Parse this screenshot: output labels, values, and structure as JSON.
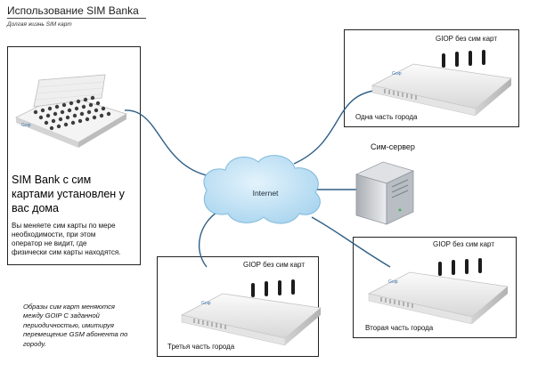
{
  "header": {
    "title": "Использование SIM Banka",
    "subtitle": "Долгая жизнь SIM карт"
  },
  "simbank": {
    "title_lines": [
      "SIM Bank с сим",
      "картами установлен у",
      "вас дома"
    ],
    "description_lines": [
      "Вы меняете сим карты по мере",
      "необходимости, при этом",
      "оператор не видит, где",
      "физически сим карты находятся."
    ]
  },
  "gateways": {
    "top": {
      "name": "GIOP без сим карт",
      "location": "Одна часть города"
    },
    "bottom_left": {
      "name": "GIOP без сим карт",
      "location": "Третья часть города"
    },
    "bottom_right": {
      "name": "GIOP без сим карт",
      "location": "Вторая часть города"
    }
  },
  "server": {
    "label": "Сим-сервер"
  },
  "cloud": {
    "label": "Internet"
  },
  "device_brand": "Goip",
  "note_lines": [
    "Образы сим карт меняются",
    "между GOIP С заданной",
    "периодичностью, имитируя",
    "перемещение GSM абонента по",
    "городу."
  ],
  "colors": {
    "cable": "#2e5f86",
    "cloud_fill": "#bfe3f6",
    "cloud_edge": "#7fb9dc"
  }
}
